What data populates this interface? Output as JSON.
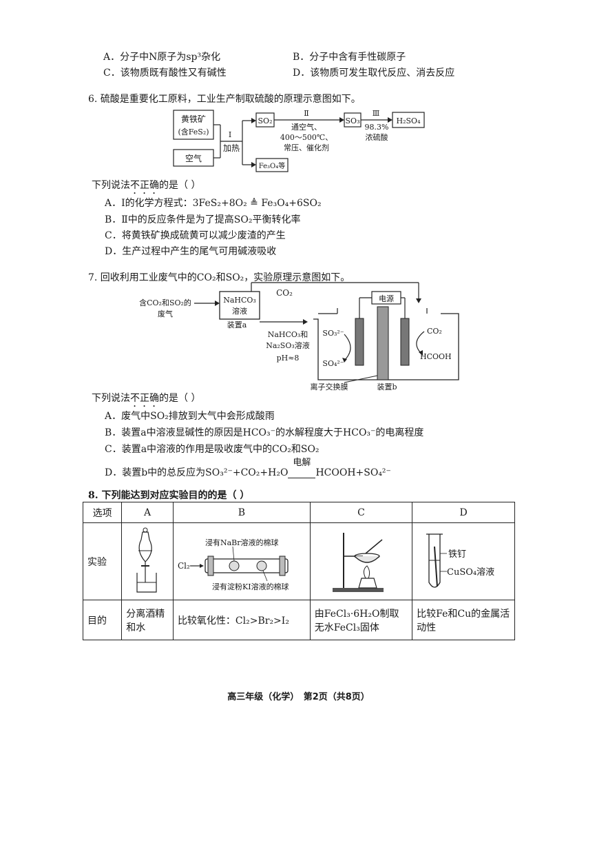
{
  "q5_options": {
    "A": "A．分子中N原子为sp³杂化",
    "B": "B．分子中含有手性碳原子",
    "C": "C．该物质既有酸性又有碱性",
    "D": "D．该物质可发生取代反应、消去反应"
  },
  "q6": {
    "stem": "6. 硫酸是重要化工原料，工业生产制取硫酸的原理示意图如下。",
    "diagram": {
      "ore_line1": "黄铁矿",
      "ore_line2": "(含FeS₂)",
      "air": "空气",
      "step1": "Ⅰ",
      "step1_cond": "加热",
      "so2": "SO₂",
      "step2": "Ⅱ",
      "step2_cond1": "通空气、",
      "step2_cond2": "400～500℃、",
      "step2_cond3": "常压、催化剂",
      "so3": "SO₃",
      "step3": "Ⅲ",
      "step3_cond1": "98.3%",
      "step3_cond2": "浓硫酸",
      "h2so4": "H₂SO₄",
      "fe3o4": "Fe₃O₄等"
    },
    "question_pre": "下列说法",
    "question_emph": "不正确",
    "question_post": "的是（    ）",
    "A": "A．Ⅰ的化学方程式：3FeS₂+8O₂ ≜ Fe₃O₄+6SO₂",
    "B": "B．Ⅱ中的反应条件是为了提高SO₂平衡转化率",
    "C": "C．将黄铁矿换成硫黄可以减少废渣的产生",
    "D": "D．生产过程中产生的尾气可用碱液吸收"
  },
  "q7": {
    "stem": "7. 回收利用工业废气中的CO₂和SO₂，实验原理示意图如下。",
    "diagram": {
      "gas_line1": "含CO₂和SO₂的",
      "gas_line2": "废气",
      "box_line1": "NaHCO₃",
      "box_line2": "溶液",
      "device_a": "装置a",
      "co2_top": "CO₂",
      "power": "电源",
      "mid_line1": "NaHCO₃和",
      "mid_line2": "Na₂SO₃溶液",
      "mid_line3": "pH≈8",
      "so3_ion": "SO₃²⁻",
      "so4_ion": "SO₄²⁻",
      "co2_right": "CO₂",
      "hcooh": "HCOOH",
      "membrane": "离子交换膜",
      "device_b": "装置b"
    },
    "question_pre": "下列说法",
    "question_emph": "不正确",
    "question_post": "的是（    ）",
    "A": "A．废气中SO₂排放到大气中会形成酸雨",
    "B": "B．装置a中溶液显碱性的原因是HCO₃⁻的水解程度大于HCO₃⁻的电离程度",
    "C": "C．装置a中溶液的作用是吸收废气中的CO₂和SO₂",
    "D_pre": "D．装置b中的总反应为SO₃²⁻+CO₂+H₂O",
    "D_cond": "电解",
    "D_post": "HCOOH+SO₄²⁻"
  },
  "q8": {
    "stem": "8. 下列能达到对应实验目的的是（    ）",
    "header": [
      "选项",
      "A",
      "B",
      "C",
      "D"
    ],
    "row_exp_label": "实验",
    "row_goal_label": "目的",
    "B_label_top": "浸有NaBr溶液的棉球",
    "B_label_bottom": "浸有淀粉KI溶液的棉球",
    "B_cl2": "Cl₂",
    "D_label1": "铁钉",
    "D_label2": "CuSO₄溶液",
    "goal_A": "分离酒精和水",
    "goal_B": "比较氧化性：Cl₂>Br₂>I₂",
    "goal_C": "由FeCl₃·6H₂O制取无水FeCl₃固体",
    "goal_D": "比较Fe和Cu的金属活动性"
  },
  "footer": "高三年级（化学）　第2页（共8页）"
}
